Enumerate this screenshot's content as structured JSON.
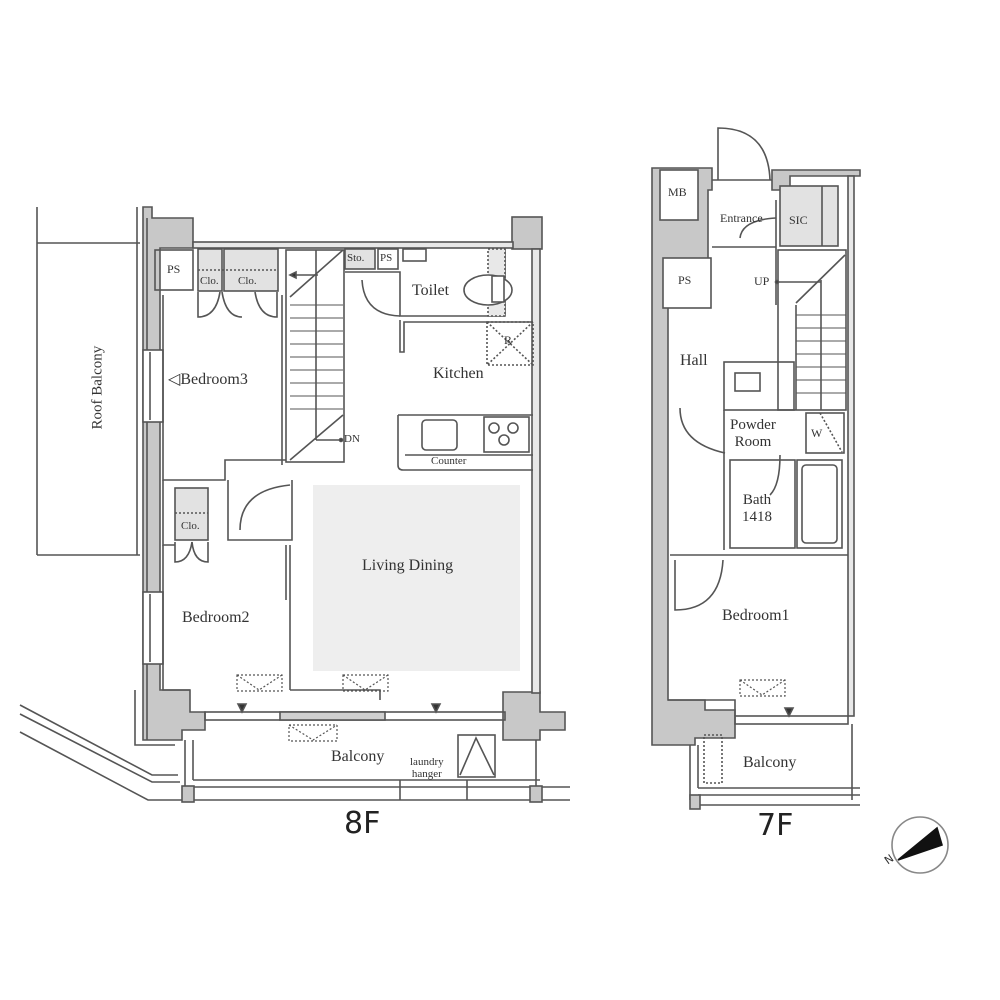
{
  "floors": [
    {
      "label": "8F",
      "rooms": {
        "roof_balcony": "Roof Balcony",
        "ps": "PS",
        "closet_a": "Clo.",
        "closet_b": "Clo.",
        "storage": "Sto.",
        "ps2": "PS",
        "toilet": "Toilet",
        "refrigerator": "R",
        "kitchen": "Kitchen",
        "counter": "Counter",
        "bedroom3": "Bedroom3",
        "stairs_down": "DN",
        "closet_c": "Clo.",
        "living_dining": "Living Dining",
        "bedroom2": "Bedroom2",
        "balcony": "Balcony",
        "laundry_hanger_line1": "laundry",
        "laundry_hanger_line2": "hanger"
      }
    },
    {
      "label": "7F",
      "rooms": {
        "mb": "MB",
        "entrance": "Entrance",
        "sic": "SIC",
        "ps": "PS",
        "stairs_up": "UP",
        "hall": "Hall",
        "powder_room_line1": "Powder",
        "powder_room_line2": "Room",
        "washer": "W",
        "bath_line1": "Bath",
        "bath_line2": "1418",
        "bedroom1": "Bedroom1",
        "balcony": "Balcony"
      }
    }
  ],
  "compass": {
    "north_label": "N"
  },
  "colors": {
    "wall": "#c8c8c8",
    "line": "#555555",
    "ld_fill": "#eeeeee",
    "closet_fill": "#e2e2e2"
  }
}
